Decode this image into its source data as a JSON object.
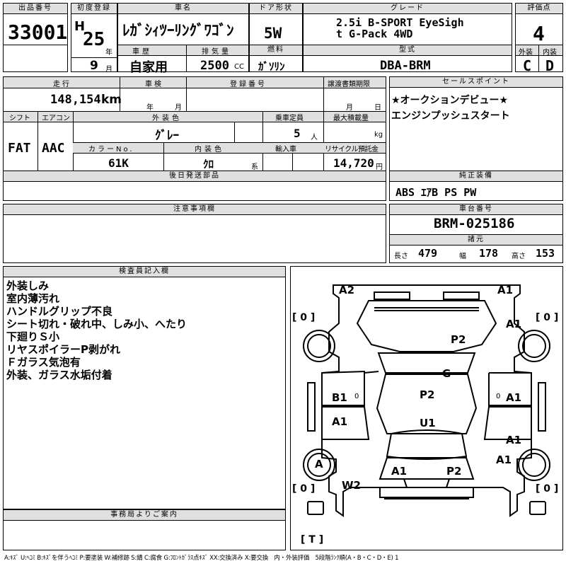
{
  "labels": {
    "lot_number": "出品番号",
    "first_reg": "初度登録",
    "car_name": "車名",
    "door_type": "ドア形状",
    "grade": "グレード",
    "score": "評価点",
    "history": "車歴",
    "displacement": "排気量",
    "fuel": "燃料",
    "model_type": "型式",
    "exterior": "外装",
    "interior": "内装",
    "mileage": "走行",
    "inspection": "車検",
    "reg_number": "登録番号",
    "transfer_deadline": "譲渡書類期限",
    "sales_point": "セールスポイント",
    "shift": "シフト",
    "aircon": "エアコン",
    "ext_color": "外装色",
    "capacity": "乗車定員",
    "max_load": "最大積載量",
    "color_no": "カラーNo.",
    "int_color": "内装色",
    "import": "輸入車",
    "recycle": "リサイクル預託金",
    "later_parts": "後日発送部品",
    "genuine_equipment": "純正装備",
    "caution": "注意事項欄",
    "chassis_no": "車台番号",
    "specs": "諸元",
    "length": "長さ",
    "width": "幅",
    "height": "高さ",
    "inspector_notes": "検査員記入欄",
    "office_notice": "事務局よりご案内",
    "year_unit": "年",
    "month_unit": "月",
    "cc_unit": "CC",
    "km_unit": "km",
    "person_unit": "人",
    "kg_unit": "kg",
    "yen_unit": "円",
    "kei_unit": "系"
  },
  "values": {
    "lot_number": "33001",
    "era": "H",
    "year": "25",
    "month": "9",
    "car_name": "ﾚｶﾞｼｨﾂｰﾘﾝｸﾞﾜｺﾞﾝ",
    "door_type": "5W",
    "grade_line1": "2.5i B-SPORT EyeSigh",
    "grade_line2": "t G-Pack 4WD",
    "score": "4",
    "history": "自家用",
    "displacement": "2500",
    "fuel": "ｶﾞｿﾘﾝ",
    "model_type": "DBA-BRM",
    "exterior": "C",
    "interior": "D",
    "mileage": "148,154",
    "shift": "FAT",
    "aircon": "AAC",
    "ext_color": "ｸﾞﾚｰ",
    "capacity": "5",
    "color_no": "61K",
    "int_color": "ｸﾛ",
    "recycle": "14,720",
    "sales_point_1": "★オークションデビュー★",
    "sales_point_2": "エンジンプッシュスタート",
    "equipment": "ABS ｴｱB PS PW",
    "chassis_no": "BRM-025186",
    "length": "479",
    "width": "178",
    "height": "153"
  },
  "inspector_notes": [
    "外装しみ",
    "室内薄汚れ",
    "ハンドルグリップ不良",
    "シート切れ・破れ中、しみ小、へたり",
    "下廻りＳ小",
    "リヤスポイラーP剥がれ",
    "Ｆガラス気泡有",
    "外装、ガラス水垢付着"
  ],
  "damage_marks": {
    "top_left": "A2",
    "top_right": "A1",
    "right_front_wheel": "A1",
    "hood": "P2",
    "windshield": "G",
    "left_front_door": "B1",
    "roof_front": "P2",
    "right_front_door": "A1",
    "left_rear_door": "A1",
    "roof_rear": "U1",
    "right_rear_door": "A1",
    "left_rear_wheel": "A",
    "right_rear_wheel": "A1",
    "trunk_left": "A1",
    "trunk_right": "P2",
    "rear_left": "W2",
    "bracket_fl": "[ 0 ]",
    "bracket_fr": "[ 0 ]",
    "bracket_rl": "[ 0 ]",
    "bracket_rr": "[ 0 ]",
    "bracket_t": "[ T ]",
    "tire_zero": "0"
  },
  "legend": "A:ｷｽﾞ U:ﾍｺﾐ B:ｷｽﾞを伴うﾍｺﾐ P:要塗装 W:補修跡 S:錆 C:腐食 G:ﾌﾛﾝﾄｶﾞﾗｽ点ｷｽﾞ XX:交換済み X:要交換　内・外装評価　5段階ﾗﾝｸ順(A・B・C・D・E) 1"
}
